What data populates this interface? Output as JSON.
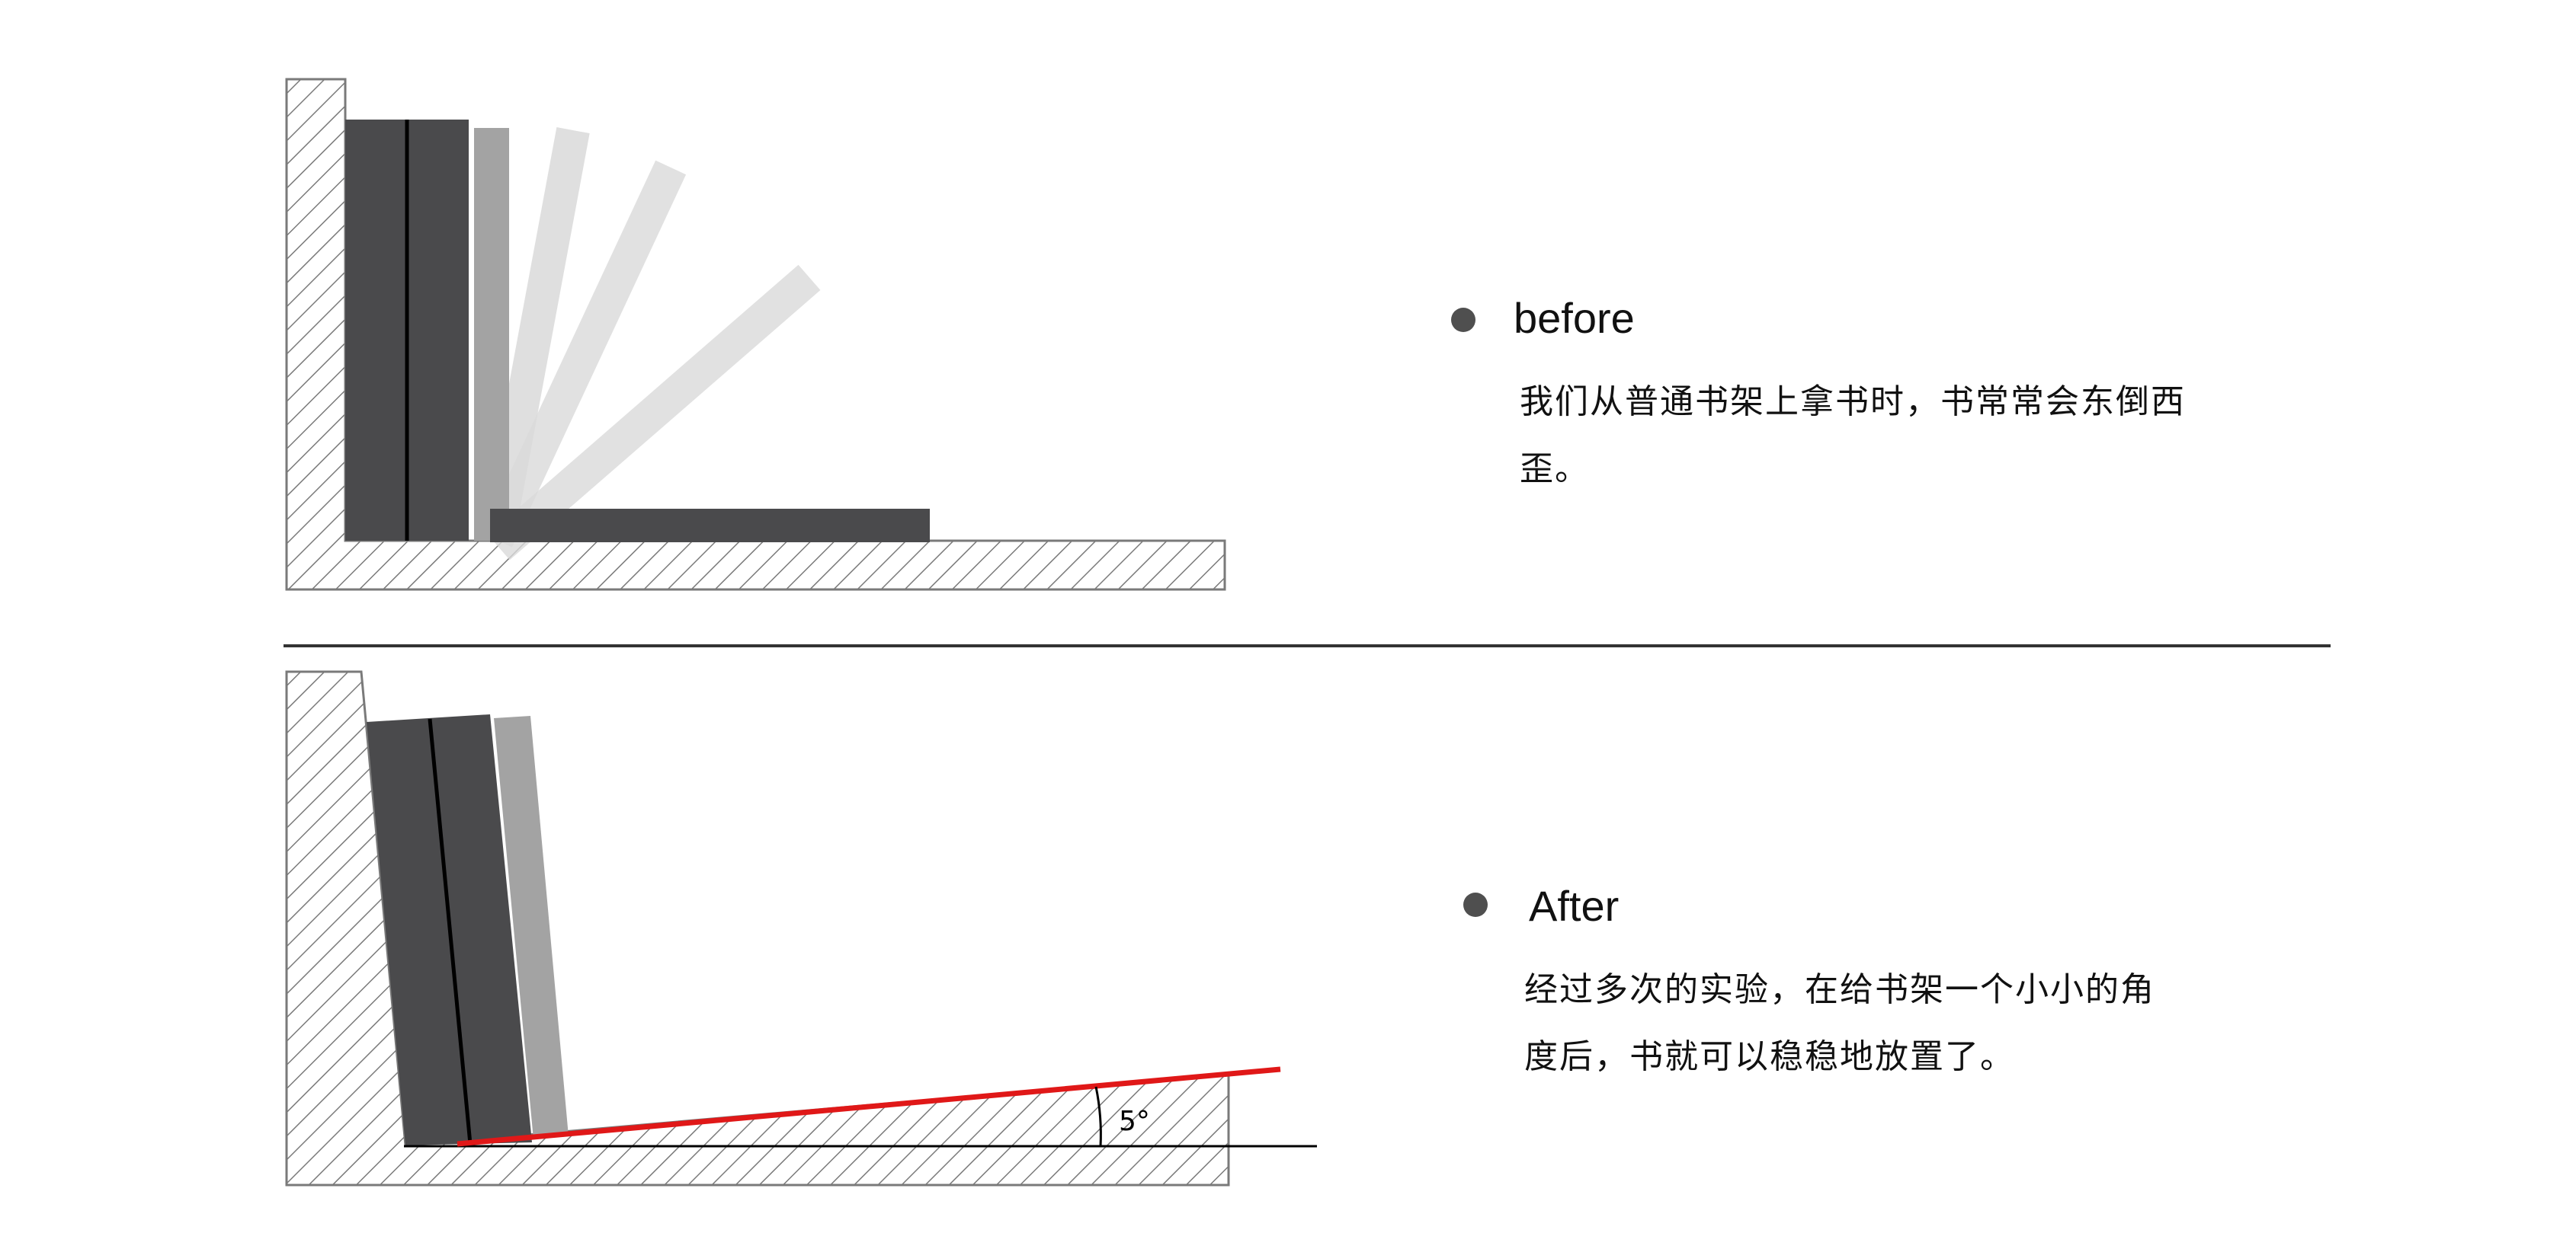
{
  "before": {
    "heading": "before",
    "description": "我们从普通书架上拿书时，书常常会东倒西歪。"
  },
  "after": {
    "heading": "After",
    "description": "经过多次的实验，在给书架一个小小的角度后，书就可以稳稳地放置了。",
    "angle_label": "5°"
  },
  "colors": {
    "book_dark": "#4a4a4c",
    "book_mid": "#a3a3a3",
    "book_faded": "#c8c8c8",
    "hatch": "#7a7a7a",
    "angle_line": "#e01818",
    "divider": "#333333",
    "bullet": "#4f4f4f"
  }
}
